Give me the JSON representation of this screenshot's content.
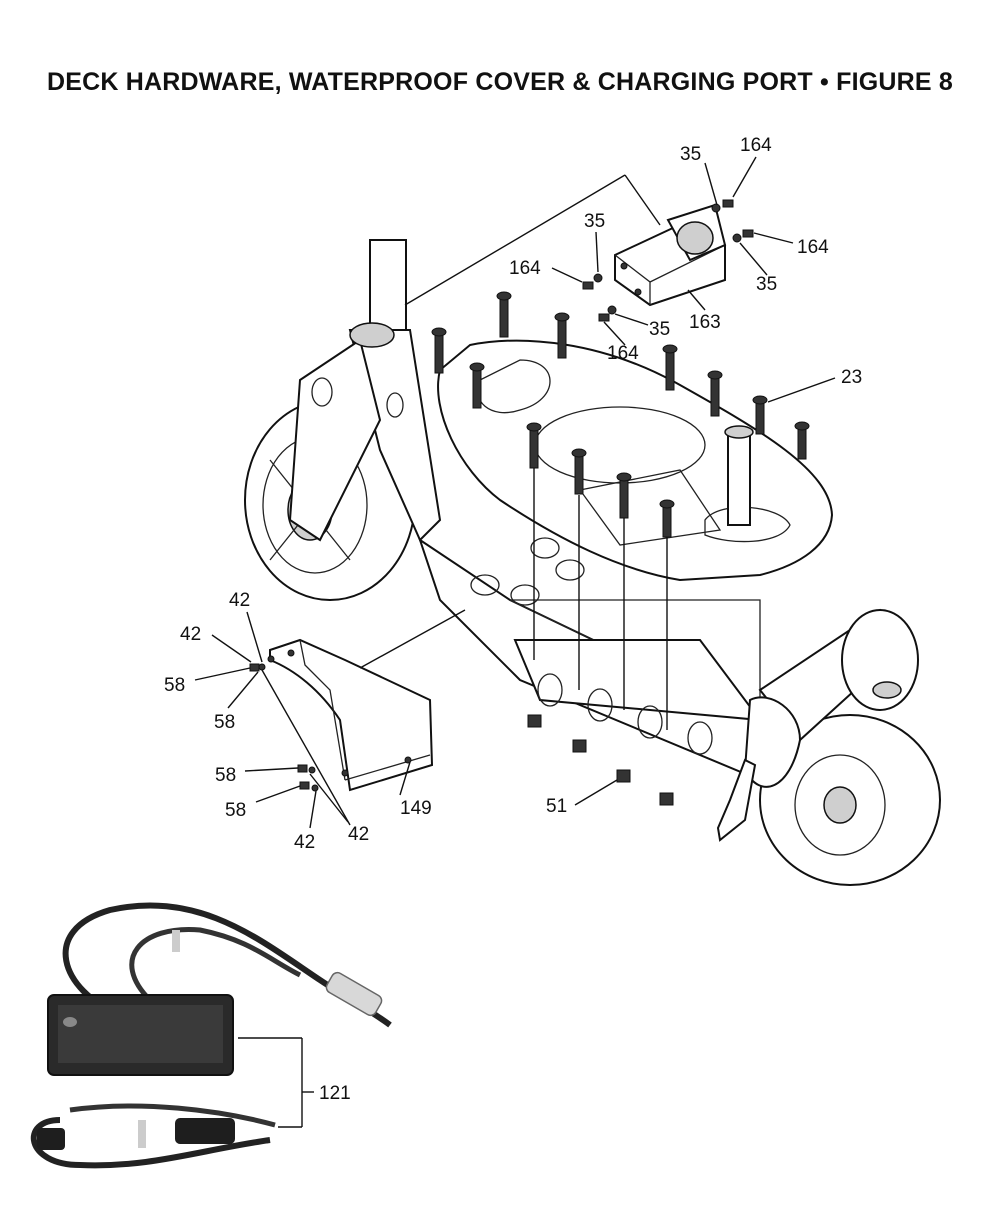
{
  "title": "DECK HARDWARE, WATERPROOF COVER & CHARGING PORT  •  FIGURE 8",
  "callouts": {
    "c35_a": "35",
    "c164_a": "164",
    "c35_b": "35",
    "c164_b": "164",
    "c164_c": "164",
    "c35_c": "35",
    "c35_d": "35",
    "c163": "163",
    "c164_d": "164",
    "c23": "23",
    "c42_a": "42",
    "c42_b": "42",
    "c58_a": "58",
    "c58_b": "58",
    "c58_c": "58",
    "c58_d": "58",
    "c42_c": "42",
    "c42_d": "42",
    "c149": "149",
    "c51": "51",
    "c121": "121"
  }
}
